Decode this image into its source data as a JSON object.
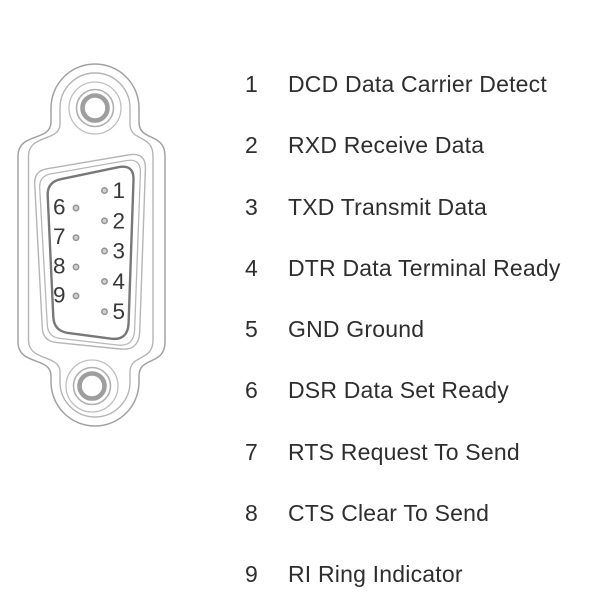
{
  "connector": {
    "kind": "DE-9 serial connector front view",
    "pin_numbers": [
      "1",
      "2",
      "3",
      "4",
      "5",
      "6",
      "7",
      "8",
      "9"
    ]
  },
  "legend": {
    "rows": [
      {
        "pin": "1",
        "label": "DCD Data Carrier Detect"
      },
      {
        "pin": "2",
        "label": "RXD Receive Data"
      },
      {
        "pin": "3",
        "label": "TXD Transmit Data"
      },
      {
        "pin": "4",
        "label": "DTR Data Terminal Ready"
      },
      {
        "pin": "5",
        "label": "GND Ground"
      },
      {
        "pin": "6",
        "label": "DSR Data Set Ready"
      },
      {
        "pin": "7",
        "label": "RTS Request To Send"
      },
      {
        "pin": "8",
        "label": "CTS Clear To Send"
      },
      {
        "pin": "9",
        "label": "RI Ring Indicator"
      }
    ]
  },
  "colors": {
    "background": "#ffffff",
    "text": "#2e2e2e",
    "pin_number_text": "#383838",
    "outline_light": "#b5b5b5",
    "outline_mid": "#a2a2a2",
    "outline_dark": "#787878",
    "pin_dot_ring": "#939393",
    "pin_dot_fill": "#cfcfcf"
  }
}
